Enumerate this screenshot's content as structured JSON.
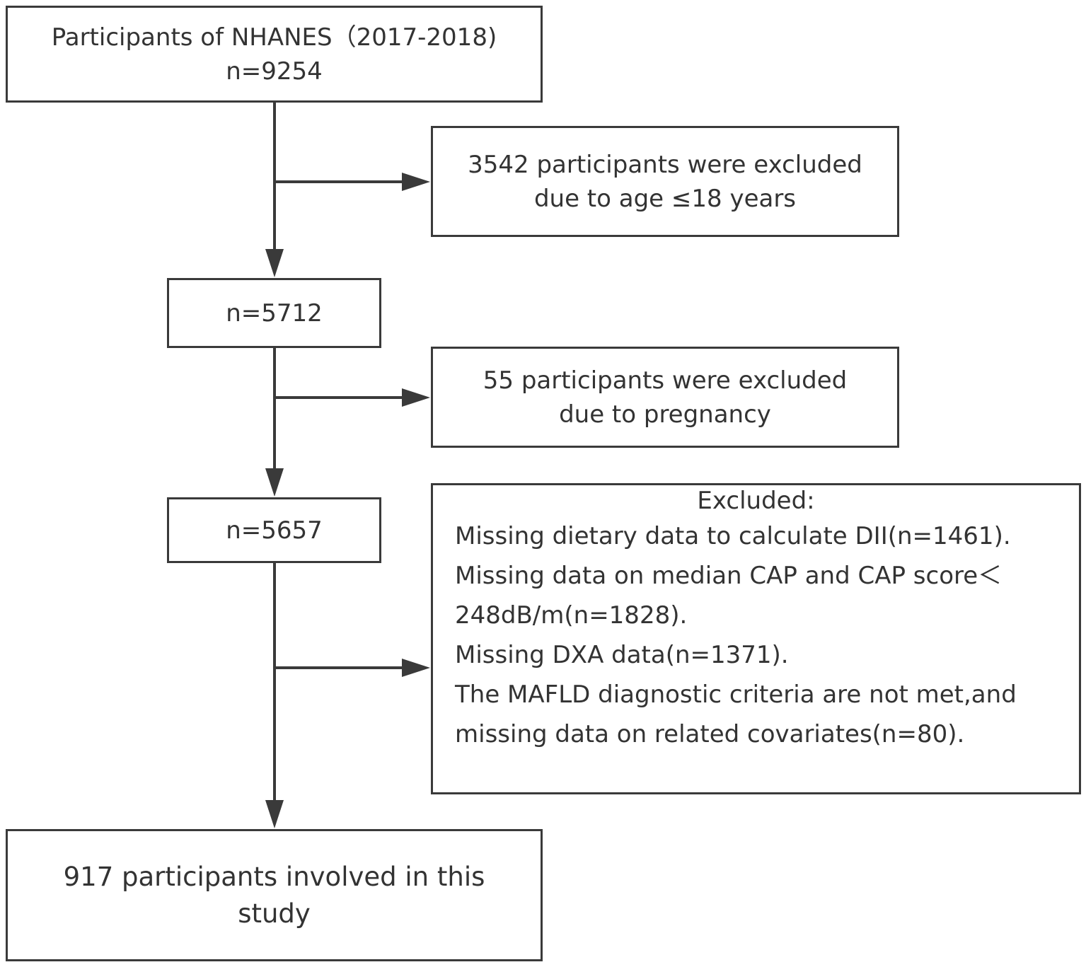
{
  "flow": {
    "start": {
      "line1": "Participants of NHANES（2017-2018)",
      "line2": "n=9254"
    },
    "exclusion_age": {
      "line1": "3542 participants were excluded",
      "line2": "due to age ≤18 years"
    },
    "after_age": {
      "count": "n=5712"
    },
    "exclusion_pregnancy": {
      "line1": "55 participants were excluded",
      "line2": "due to pregnancy"
    },
    "after_pregnancy": {
      "count": "n=5657"
    },
    "exclusion_missing": {
      "heading": "Excluded:",
      "lines": [
        "Missing dietary data  to calculate DII(n=1461).",
        "Missing data on median CAP and CAP score＜",
        "248dB/m(n=1828).",
        "Missing DXA data(n=1371).",
        "The MAFLD diagnostic criteria are not met,and",
        "missing data on related covariates(n=80)."
      ]
    },
    "final": {
      "line1": "917 participants involved in this",
      "line2": "study"
    }
  },
  "colors": {
    "stroke": "#3a3a3a",
    "text": "#333333",
    "background": "#ffffff"
  }
}
